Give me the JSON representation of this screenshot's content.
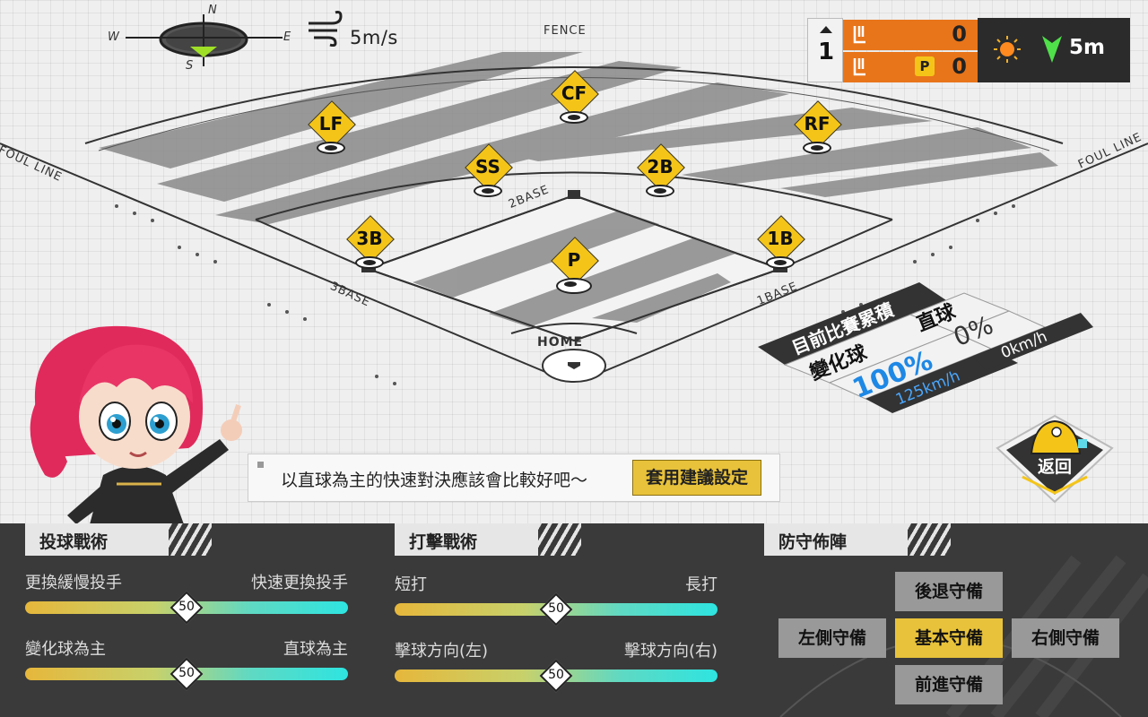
{
  "compass": {
    "n": "N",
    "s": "S",
    "e": "E",
    "w": "W"
  },
  "wind": {
    "value": "5m/s"
  },
  "scoreboard": {
    "inning": "1",
    "teams": [
      {
        "runs": "0",
        "pitching": false
      },
      {
        "runs": "0",
        "pitching": true,
        "badge": "P"
      }
    ],
    "weather_icon": "sun-icon",
    "wind_value": "5m"
  },
  "field": {
    "fence_label": "FENCE",
    "foul_line_left": "FOUL LINE",
    "foul_line_right": "FOUL LINE",
    "base2": "2BASE",
    "base3": "3BASE",
    "base1": "1BASE",
    "home": "HOME",
    "positions": {
      "lf": "LF",
      "cf": "CF",
      "rf": "RF",
      "ss": "SS",
      "b2": "2B",
      "b3": "3B",
      "b1": "1B",
      "p": "P"
    }
  },
  "stats": {
    "title": "目前比賽累積",
    "breaking_label": "變化球",
    "breaking_pct": "100%",
    "breaking_speed": "125km/h",
    "fastball_label": "直球",
    "fastball_pct": "0%",
    "fastball_speed": "0km/h"
  },
  "speech": {
    "text": "以直球為主的快速對決應該會比較好吧〜",
    "apply_button": "套用建議設定"
  },
  "back_button": {
    "label": "返回"
  },
  "pitching": {
    "title": "投球戰術",
    "slider1": {
      "left": "更換緩慢投手",
      "right": "快速更換投手",
      "value": "50"
    },
    "slider2": {
      "left": "變化球為主",
      "right": "直球為主",
      "value": "50"
    }
  },
  "batting": {
    "title": "打擊戰術",
    "slider1": {
      "left": "短打",
      "right": "長打",
      "value": "50"
    },
    "slider2": {
      "left": "擊球方向(左)",
      "right": "擊球方向(右)",
      "value": "50"
    }
  },
  "defense": {
    "title": "防守佈陣",
    "back": "後退守備",
    "left": "左側守備",
    "basic": "基本守備",
    "right": "右側守備",
    "forward": "前進守備",
    "selected": "basic"
  },
  "colors": {
    "accent": "#e8c23a",
    "score_team": "#e8751a",
    "panel": "#3a3a3a"
  }
}
